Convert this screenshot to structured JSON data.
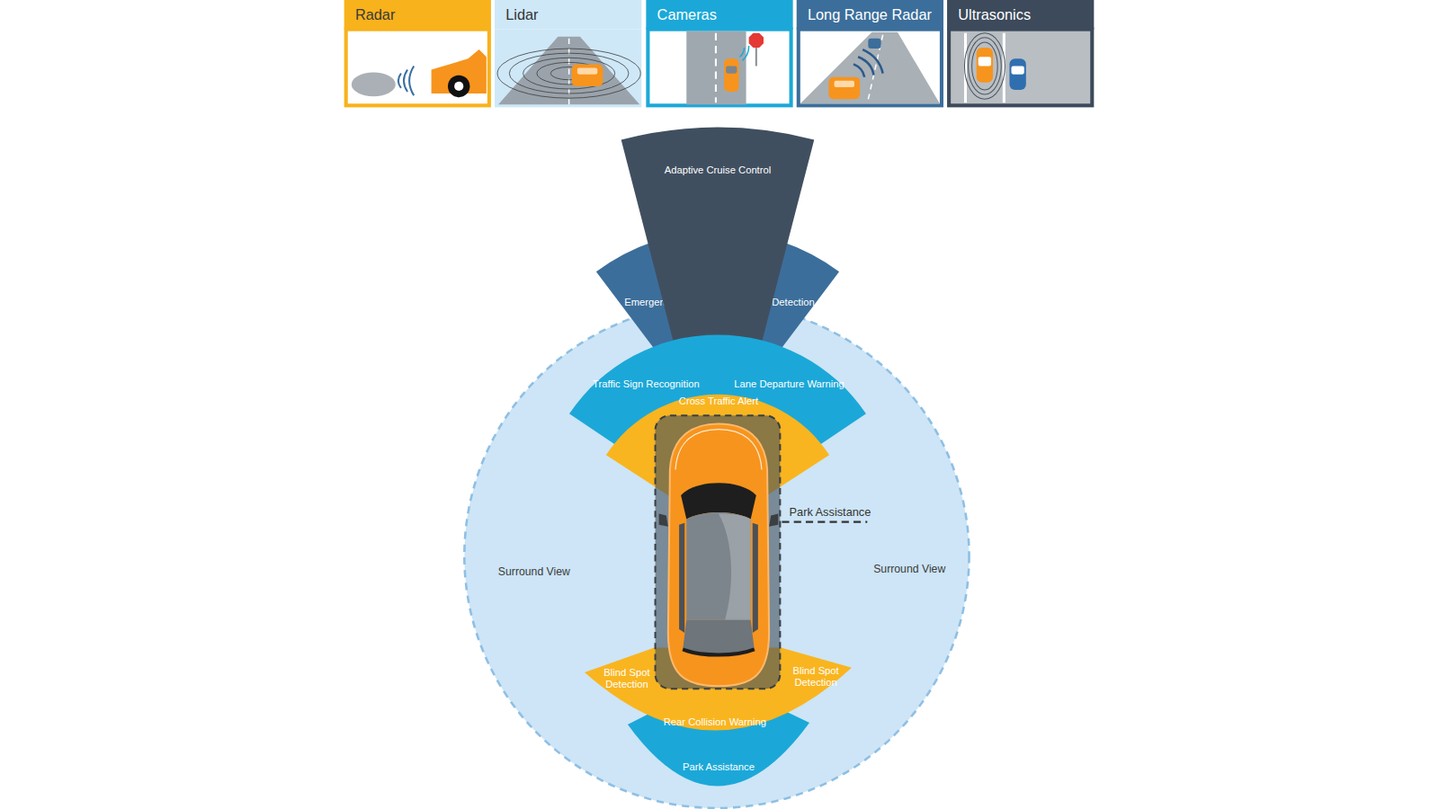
{
  "diagram": {
    "nodes": [
      {
        "text": [
          "Adaptive Cruise Control"
        ]
      },
      {
        "text": [
          "Emergency Braking / Pedestrian Detection / Collision Avoidance"
        ]
      },
      {
        "text": [
          "Surround View",
          "Surround View"
        ]
      },
      {
        "text": [
          "Traffic Sign Recognition",
          "Lane Departure Warning"
        ],
        "in": 2
      },
      {
        "text": [
          "Cross Traffic Alert"
        ],
        "in": 2
      },
      {
        "text": [
          "Park Assistance"
        ],
        "in": 2
      },
      {
        "text": [
          "Blind Spot Detection",
          "Blind Spot Detection",
          "Rear Collision Warning"
        ],
        "in": 2
      },
      {
        "text": [
          "Park Assistance"
        ],
        "in": 2
      }
    ],
    "legend": [
      {
        "text": "Radar",
        "color": "#f8b21b"
      },
      {
        "text": "Lidar",
        "color": "#cfe8f8"
      },
      {
        "text": "Cameras",
        "color": "#1ba8d8"
      },
      {
        "text": "Long Range Radar",
        "color": "#3c6e9b"
      },
      {
        "text": "Ultrasonics",
        "color": "#3c4a5b"
      }
    ]
  }
}
